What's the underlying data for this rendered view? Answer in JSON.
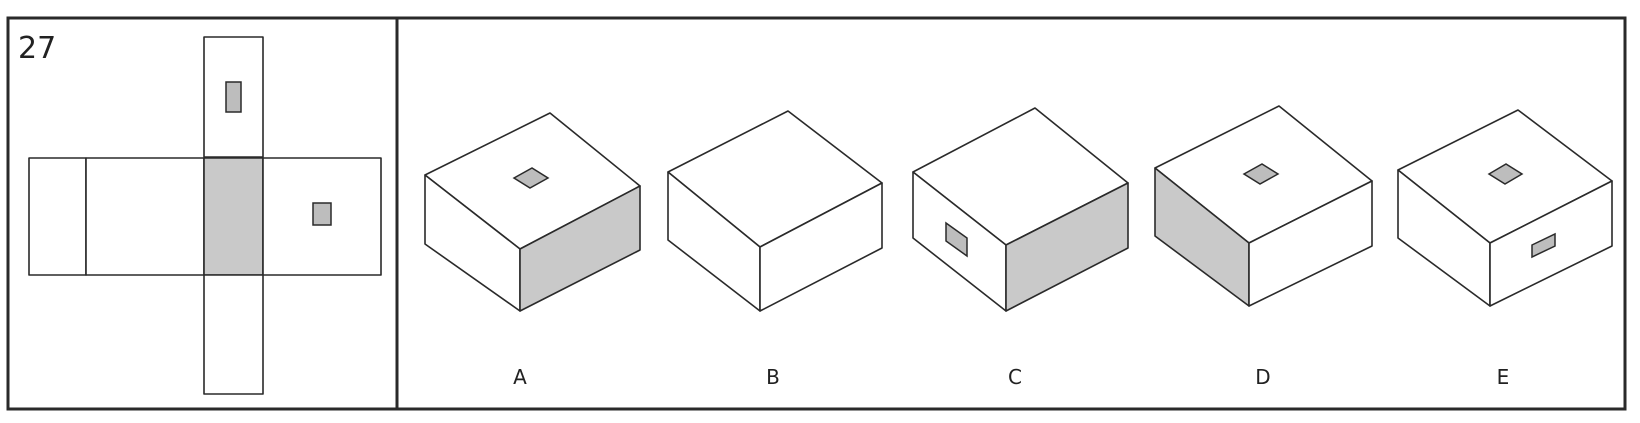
{
  "question": {
    "number": "27"
  },
  "options": [
    {
      "label": "A"
    },
    {
      "label": "B"
    },
    {
      "label": "C"
    },
    {
      "label": "D"
    },
    {
      "label": "E"
    }
  ],
  "colors": {
    "line": "#2a2a2a",
    "shade": "#c9c9c9",
    "background": "#ffffff"
  }
}
